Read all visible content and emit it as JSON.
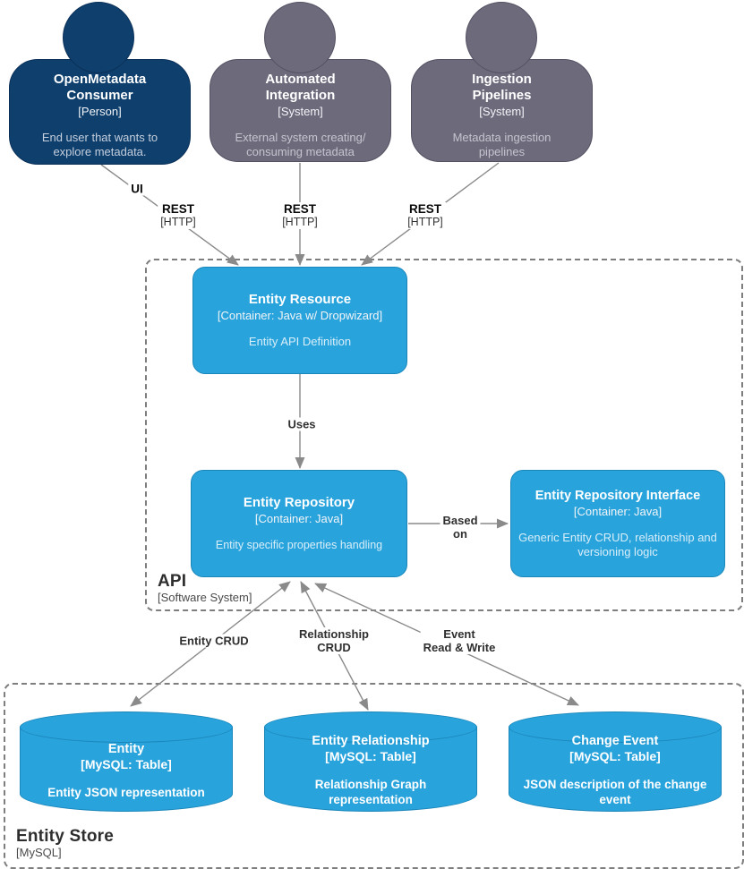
{
  "diagram": {
    "type": "c4-container-diagram",
    "colors": {
      "person_fill": "#0e3f6d",
      "external_system_fill": "#6d6a7c",
      "container_fill": "#29a3dc",
      "edge": "#8a8a8a",
      "boundary_border": "#7e7e7e",
      "background": "#ffffff"
    }
  },
  "people": [
    {
      "title": "OpenMetadata Consumer",
      "meta": "[Person]",
      "desc": "End user that wants to explore metadata."
    },
    {
      "title": "Automated Integration",
      "meta": "[System]",
      "desc": "External system creating/ consuming metadata"
    },
    {
      "title": "Ingestion Pipelines",
      "meta": "[System]",
      "desc": "Metadata ingestion pipelines"
    }
  ],
  "containers": [
    {
      "title": "Entity Resource",
      "meta": "[Container: Java w/ Dropwizard]",
      "desc": "Entity API Definition"
    },
    {
      "title": "Entity Repository",
      "meta": "[Container: Java]",
      "desc": "Entity specific properties handling"
    },
    {
      "title": "Entity Repository Interface",
      "meta": "[Container: Java]",
      "desc": "Generic Entity CRUD, relationship and versioning logic"
    }
  ],
  "stores": [
    {
      "title": "Entity",
      "meta": "[MySQL: Table]",
      "desc": "Entity JSON representation"
    },
    {
      "title": "Entity Relationship",
      "meta": "[MySQL: Table]",
      "desc": "Relationship Graph representation"
    },
    {
      "title": "Change Event",
      "meta": "[MySQL: Table]",
      "desc": "JSON description of the change event"
    }
  ],
  "boundaries": {
    "api": {
      "title": "API",
      "meta": "[Software System]"
    },
    "store": {
      "title": "Entity Store",
      "meta": "[MySQL]"
    }
  },
  "edges": {
    "ui": {
      "label": "UI"
    },
    "rest_consumer": {
      "label": "REST",
      "tech": "[HTTP]"
    },
    "rest_integration": {
      "label": "REST",
      "tech": "[HTTP]"
    },
    "rest_pipelines": {
      "label": "REST",
      "tech": "[HTTP]"
    },
    "uses": {
      "label": "Uses"
    },
    "based_on": {
      "label": "Based on",
      "line1": "Based",
      "line2": "on"
    },
    "entity_crud": {
      "label": "Entity CRUD"
    },
    "relationship_crud": {
      "label": "Relationship CRUD",
      "line1": "Relationship",
      "line2": "CRUD"
    },
    "event_read_write": {
      "label": "Event Read & Write",
      "line1": "Event",
      "line2": "Read & Write"
    }
  }
}
